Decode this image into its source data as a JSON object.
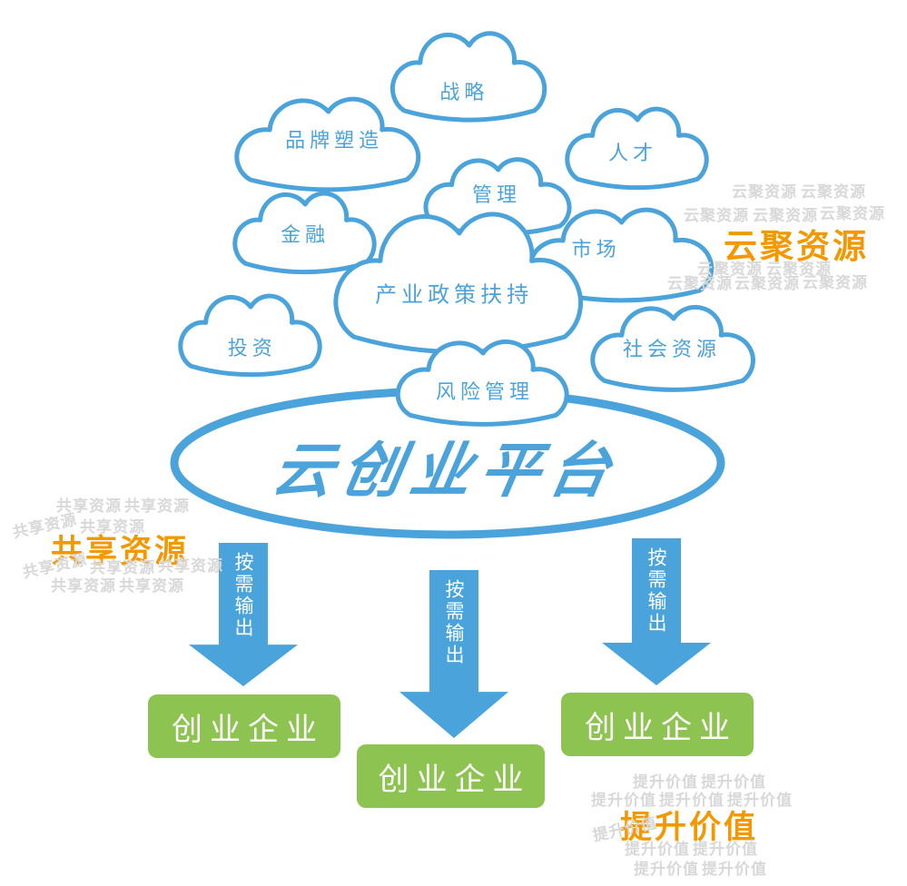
{
  "diagram_title": "云创业平台",
  "clouds": [
    {
      "label": "战略"
    },
    {
      "label": "品牌塑造"
    },
    {
      "label": "人才"
    },
    {
      "label": "管理"
    },
    {
      "label": "金融"
    },
    {
      "label": "市场"
    },
    {
      "label": "产业政策扶持"
    },
    {
      "label": "投资"
    },
    {
      "label": "社会资源"
    },
    {
      "label": "风险管理"
    }
  ],
  "platform": {
    "label": "云创业平台"
  },
  "annotations": {
    "gather_resources": "云聚资源",
    "share_resources": "共享资源",
    "boost_value": "提升价值"
  },
  "arrows": {
    "label": "按需输出"
  },
  "enterprise": {
    "label": "创业企业"
  },
  "colors": {
    "blue": "#4AA3DA",
    "green": "#8DC350",
    "orange": "#F39800",
    "watermark": "#D8D8D8"
  }
}
